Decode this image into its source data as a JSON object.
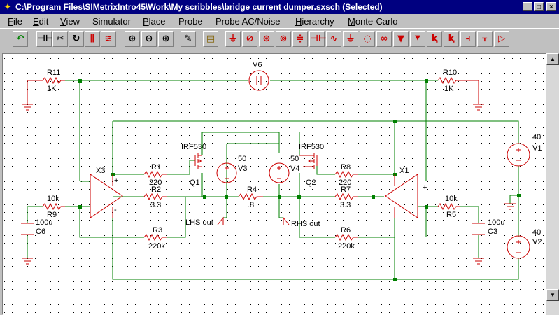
{
  "window": {
    "title": "C:\\Program Files\\SIMetrixIntro45\\Work\\My scribbles\\bridge current dumper.sxsch (Selected)",
    "buttons": {
      "minimize": "_",
      "maximize": "□",
      "close": "×"
    }
  },
  "menu": [
    {
      "label": "File",
      "ul": "F",
      "rest": "ile"
    },
    {
      "label": "Edit",
      "ul": "E",
      "rest": "dit"
    },
    {
      "label": "View",
      "ul": "V",
      "rest": "iew"
    },
    {
      "label": "Simulator",
      "ul": "",
      "rest": "Simulator",
      "mid_ul": "Simu|l|ator"
    },
    {
      "label": "Place",
      "ul": "P",
      "rest": "lace"
    },
    {
      "label": "Probe",
      "ul": "",
      "rest": "Probe"
    },
    {
      "label": "Probe AC/Noise",
      "ul": "",
      "rest": "Probe AC/Noise"
    },
    {
      "label": "Hierarchy",
      "ul": "H",
      "rest": "ierarchy"
    },
    {
      "label": "Monte-Carlo",
      "ul": "M",
      "rest": "onte-Carlo"
    }
  ],
  "toolbar": {
    "icons": [
      "undo-icon",
      "wire-split-icon",
      "cut-icon",
      "rotate-icon",
      "mirror-icon",
      "flip-icon",
      "zoom-full-icon",
      "zoom-out-icon",
      "zoom-in-icon",
      "pencil-icon",
      "properties-icon",
      "ground-symbol-icon",
      "voltage-source-icon",
      "current-source-icon",
      "ac-source-icon",
      "battery-icon",
      "capacitor-icon",
      "resistor-icon",
      "ground-icon",
      "voltage-probe-icon",
      "inductor-icon",
      "diode-icon",
      "zener-icon",
      "npn-icon",
      "pnp-icon",
      "nmos-icon",
      "pmos-icon",
      "opamp-icon"
    ],
    "colors": {
      "accent": "#cc0000",
      "green": "#008000"
    }
  },
  "schematic": {
    "components": {
      "r11": {
        "name": "R11",
        "value": "1K"
      },
      "r10": {
        "name": "R10",
        "value": "1K"
      },
      "v6": {
        "name": "V6"
      },
      "r1": {
        "name": "R1",
        "value": "220"
      },
      "r2": {
        "name": "R2",
        "value": "3.3"
      },
      "r3": {
        "name": "R3",
        "value": "220k"
      },
      "r4": {
        "name": "R4",
        "value": ".8"
      },
      "r6": {
        "name": "R6",
        "value": "220k"
      },
      "r7": {
        "name": "R7",
        "value": "3.3"
      },
      "r8": {
        "name": "R8",
        "value": "220"
      },
      "r9": {
        "name": "R9",
        "value": "10k"
      },
      "r5": {
        "name": "R5",
        "value": "10k"
      },
      "c6": {
        "name": "C6",
        "value": "100u"
      },
      "c3": {
        "name": "C3",
        "value": "100u"
      },
      "v3": {
        "name": "V3",
        "value": "50"
      },
      "v4": {
        "name": "V4",
        "value": "50"
      },
      "v1": {
        "name": "V1",
        "value": "40"
      },
      "v2": {
        "name": "V2",
        "value": "40"
      },
      "q1": {
        "name": "Q1",
        "model": "IRF530"
      },
      "q2": {
        "name": "Q2",
        "model": "IRF530"
      },
      "x3": {
        "name": "X3"
      },
      "x1": {
        "name": "X1"
      }
    },
    "net_labels": {
      "lhs": "LHS out",
      "rhs": "RHS out"
    },
    "opamp_pins": {
      "plus": "+",
      "minus": "-"
    },
    "colors": {
      "wire": "#008000",
      "component": "#cc0000",
      "text": "#000000",
      "grid": "#000000"
    }
  }
}
